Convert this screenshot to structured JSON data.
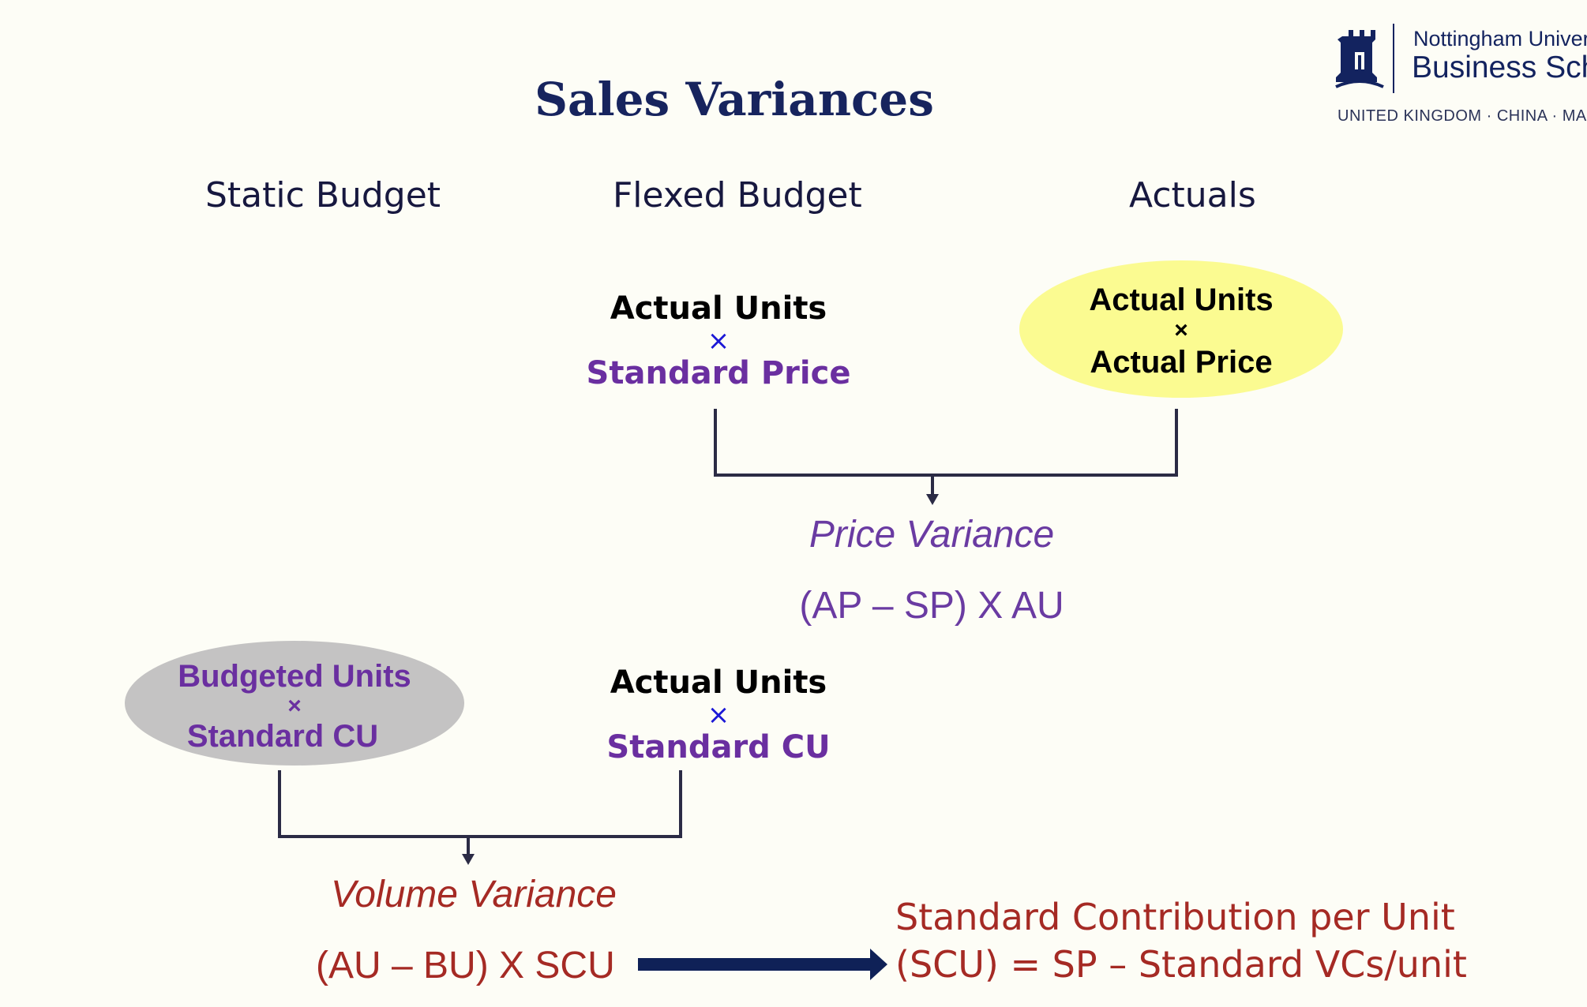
{
  "title": "Sales Variances",
  "logo": {
    "line1": "Nottingham University",
    "line2": "Business School",
    "line3": "UNITED KINGDOM · CHINA · MALAYSIA",
    "icon": "castle-crest-icon"
  },
  "columns": {
    "static": "Static Budget",
    "flexed": "Flexed Budget",
    "actuals": "Actuals"
  },
  "times_symbol": "×",
  "price_section": {
    "flexed_line1": "Actual Units",
    "flexed_line2": "Standard Price",
    "actual_line1": "Actual Units",
    "actual_line2": "Actual Price",
    "variance_label": "Price Variance",
    "formula": "(AP – SP) X AU"
  },
  "volume_section": {
    "static_line1": "Budgeted Units",
    "static_line2": "Standard CU",
    "flexed_line1": "Actual Units",
    "flexed_line2": "Standard CU",
    "variance_label": "Volume Variance",
    "formula": "(AU – BU) X SCU"
  },
  "scu_note": {
    "line1": "Standard Contribution per Unit",
    "line2": "(SCU) = SP – Standard VCs/unit"
  },
  "colors": {
    "title": "#17245e",
    "purple": "#6a2fa0",
    "red": "#a52a24",
    "yellow_ellipse": "#fbfb91",
    "grey_ellipse": "#c4c3c3",
    "arrow": "#0f2157",
    "connector": "#2b2b45"
  }
}
